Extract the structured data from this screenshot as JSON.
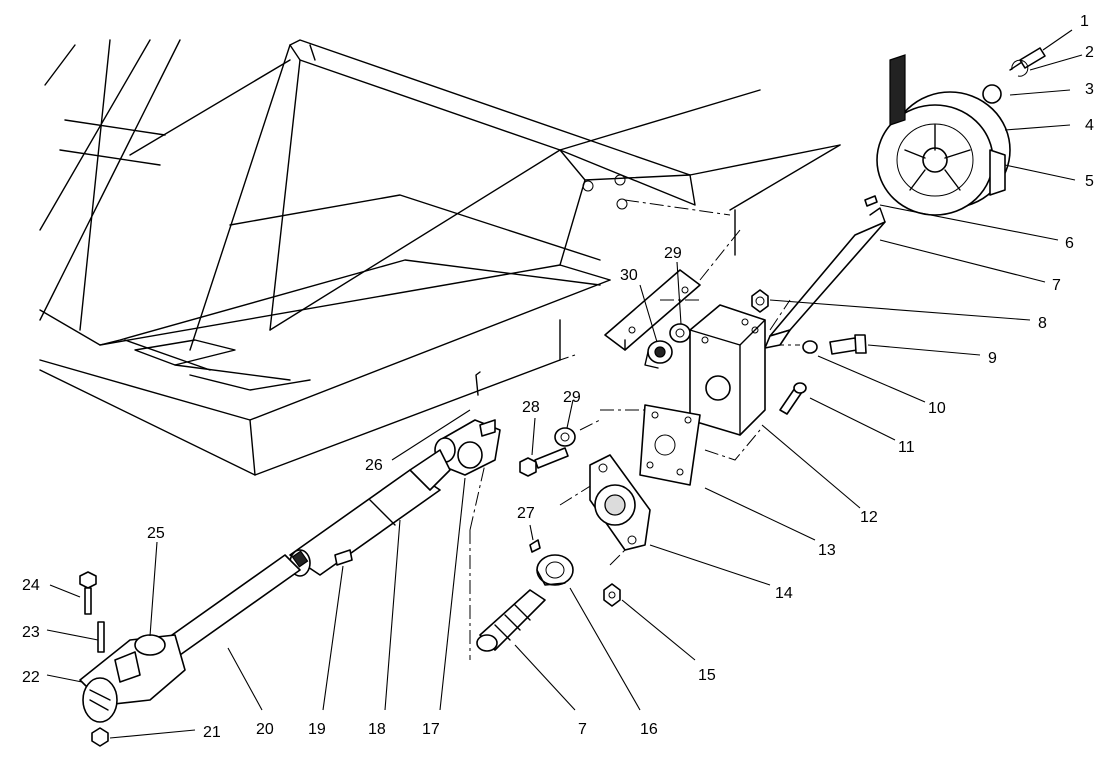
{
  "callouts": [
    {
      "id": "c1",
      "label": "1"
    },
    {
      "id": "c2",
      "label": "2"
    },
    {
      "id": "c3",
      "label": "3"
    },
    {
      "id": "c4",
      "label": "4"
    },
    {
      "id": "c5",
      "label": "5"
    },
    {
      "id": "c6",
      "label": "6"
    },
    {
      "id": "c7a",
      "label": "7"
    },
    {
      "id": "c8",
      "label": "8"
    },
    {
      "id": "c9",
      "label": "9"
    },
    {
      "id": "c10",
      "label": "10"
    },
    {
      "id": "c11",
      "label": "11"
    },
    {
      "id": "c12",
      "label": "12"
    },
    {
      "id": "c13",
      "label": "13"
    },
    {
      "id": "c14",
      "label": "14"
    },
    {
      "id": "c15",
      "label": "15"
    },
    {
      "id": "c16",
      "label": "16"
    },
    {
      "id": "c7b",
      "label": "7"
    },
    {
      "id": "c17",
      "label": "17"
    },
    {
      "id": "c18",
      "label": "18"
    },
    {
      "id": "c19",
      "label": "19"
    },
    {
      "id": "c20",
      "label": "20"
    },
    {
      "id": "c21",
      "label": "21"
    },
    {
      "id": "c22",
      "label": "22"
    },
    {
      "id": "c23",
      "label": "23"
    },
    {
      "id": "c24",
      "label": "24"
    },
    {
      "id": "c25",
      "label": "25"
    },
    {
      "id": "c26",
      "label": "26"
    },
    {
      "id": "c27",
      "label": "27"
    },
    {
      "id": "c28",
      "label": "28"
    },
    {
      "id": "c29a",
      "label": "29"
    },
    {
      "id": "c29b",
      "label": "29"
    },
    {
      "id": "c30",
      "label": "30"
    }
  ]
}
